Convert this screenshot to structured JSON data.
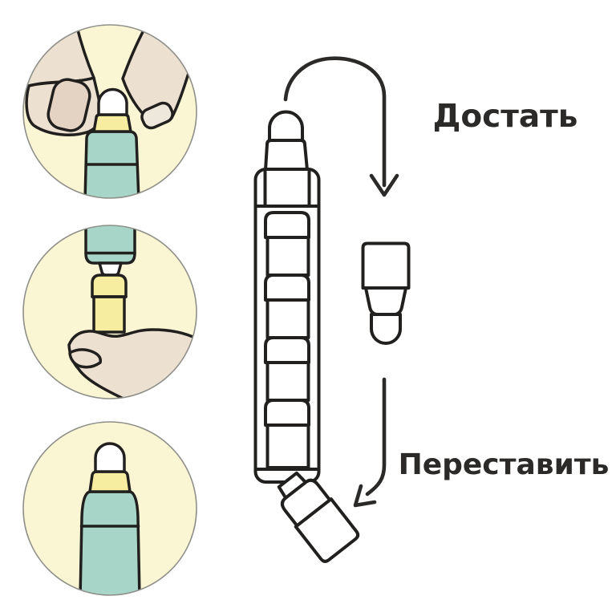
{
  "labels": {
    "extract": "Достать",
    "reinsert": "Переставить"
  },
  "icons": {
    "extract_arrow": "curved-arrow-down",
    "reinsert_arrow": "curved-arrow-down-left"
  },
  "colors": {
    "background": "#ffffff",
    "circle_fill": "#faf5d3",
    "circle_stroke": "#8f8f8a",
    "pencil_teal": "#a7d6c8",
    "cartridge_yellow": "#f6eda0",
    "skin": "#ece0d1",
    "skin_shadow": "#e4d2c2",
    "fingernail": "#eee7dc",
    "cartridge_white": "#ffffff",
    "outline": "#21201e",
    "arrow": "#2b2a28",
    "text": "#2b2a28"
  }
}
